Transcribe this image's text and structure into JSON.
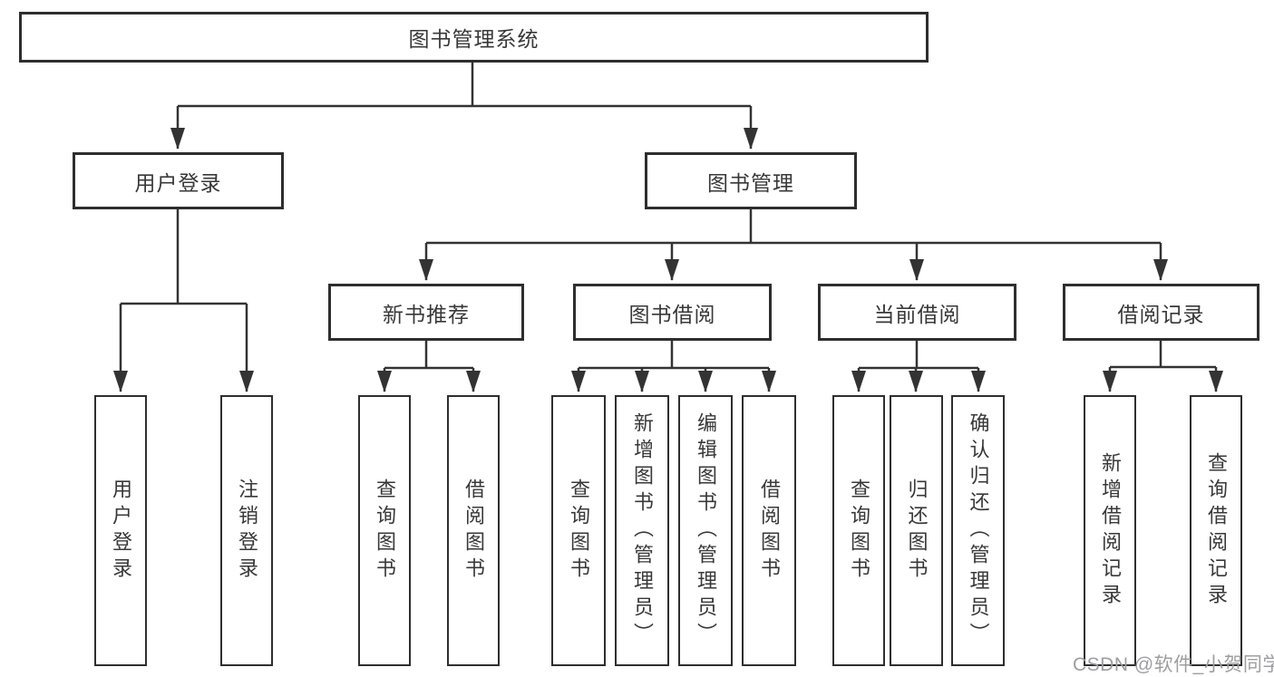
{
  "diagram": {
    "root": {
      "label": "图书管理系统"
    },
    "branches": [
      {
        "label": "用户登录",
        "children": [
          {
            "label": "用户登录"
          },
          {
            "label": "注销登录"
          }
        ]
      },
      {
        "label": "图书管理",
        "children": [
          {
            "label": "新书推荐",
            "children": [
              {
                "label": "查询图书"
              },
              {
                "label": "借阅图书"
              }
            ]
          },
          {
            "label": "图书借阅",
            "children": [
              {
                "label": "查询图书"
              },
              {
                "label": "新增图书（管理员）"
              },
              {
                "label": "编辑图书（管理员）"
              },
              {
                "label": "借阅图书"
              }
            ]
          },
          {
            "label": "当前借阅",
            "children": [
              {
                "label": "查询图书"
              },
              {
                "label": "归还图书"
              },
              {
                "label": "确认归还（管理员）"
              }
            ]
          },
          {
            "label": "借阅记录",
            "children": [
              {
                "label": "新增借阅记录"
              },
              {
                "label": "查询借阅记录"
              }
            ]
          }
        ]
      }
    ]
  },
  "watermark": {
    "text": "CSDN @软件_小贺同学"
  },
  "colors": {
    "line": "#333333",
    "box_border": "#2e2e2e",
    "text": "#383838",
    "watermark": "#9e9ea1",
    "background": "#ffffff"
  }
}
